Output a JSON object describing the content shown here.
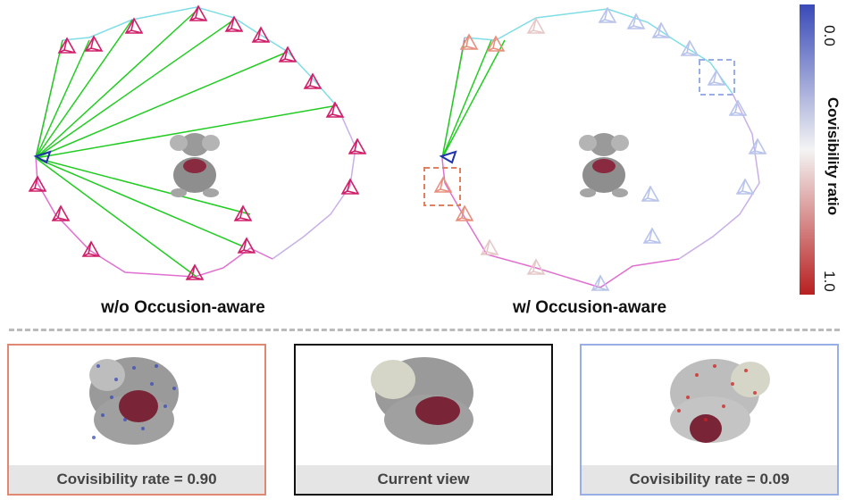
{
  "captions": {
    "left": "w/o Occusion-aware",
    "right": "w/ Occusion-aware"
  },
  "colorbar": {
    "title": "Covisibility ratio",
    "min_label": "0.0",
    "max_label": "1.0",
    "color_low": "#3a4ab8",
    "color_mid": "#f4f4f4",
    "color_high": "#b82020"
  },
  "panels": [
    {
      "label": "Covisibility rate = 0.90",
      "border_color": "#e08870"
    },
    {
      "label": "Current view",
      "border_color": "#111111"
    },
    {
      "label": "Covisibility rate = 0.09",
      "border_color": "#9aaee6"
    }
  ],
  "colors": {
    "ray_green": "#22cc22",
    "path_cyan": "#7fdde6",
    "path_pink": "#e070d0",
    "camera_magenta": "#d0206a"
  }
}
